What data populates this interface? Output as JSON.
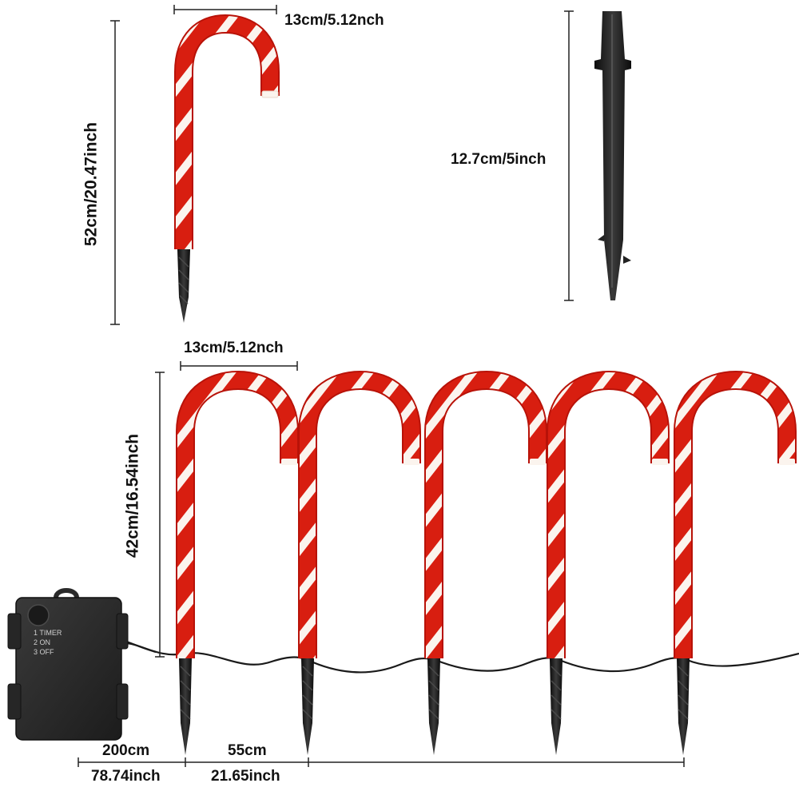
{
  "dimensions": {
    "single_cane_width": "13cm/5.12nch",
    "single_cane_height": "52cm/20.47inch",
    "stake_height": "12.7cm/5inch",
    "set_cane_width": "13cm/5.12nch",
    "set_cane_height": "42cm/16.54inch",
    "lead_cable_cm": "200cm",
    "lead_cable_inch": "78.74inch",
    "spacing_cm": "55cm",
    "spacing_inch": "21.65inch"
  },
  "battery_box": {
    "mode_1": "1 TIMER",
    "mode_2": "2 ON",
    "mode_3": "3 OFF"
  },
  "colors": {
    "cane_red": "#d81e10",
    "cane_white": "#fbf4ee",
    "stake": "#1c1c1c",
    "battery_box": "#2a2a2a",
    "dimension_line": "#222222"
  },
  "icon_names": [
    "candy-cane-icon",
    "ground-stake-icon",
    "battery-box-icon",
    "power-button-icon"
  ],
  "cane_count": 5
}
